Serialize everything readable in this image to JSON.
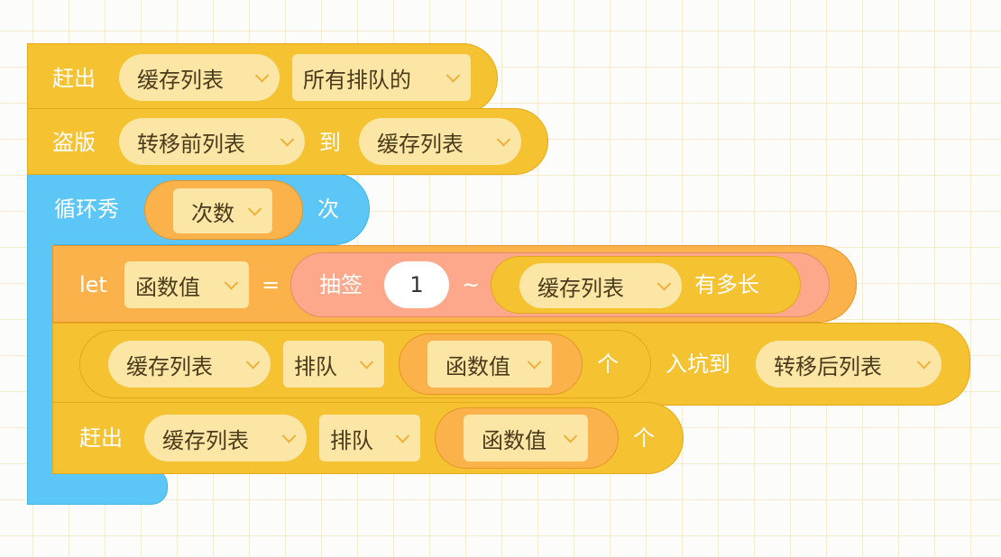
{
  "blocks": {
    "b1": {
      "label": "赶出",
      "dd1": "缓存列表",
      "dd2": "所有排队的"
    },
    "b2": {
      "label": "盗版",
      "dd1": "转移前列表",
      "mid": "到",
      "dd2": "缓存列表"
    },
    "loop": {
      "label": "循环秀",
      "var": "次数",
      "suffix": "次"
    },
    "b3": {
      "let": "let",
      "var": "函数值",
      "eq": "=",
      "rand": "抽签",
      "num": "1",
      "tilde": "~",
      "list": "缓存列表",
      "len": "有多长"
    },
    "b4": {
      "list": "缓存列表",
      "op": "排队",
      "var": "函数值",
      "unit": "个",
      "action": "入坑到",
      "target": "转移后列表"
    },
    "b5": {
      "label": "赶出",
      "list": "缓存列表",
      "op": "排队",
      "var": "函数值",
      "unit": "个"
    }
  },
  "colors": {
    "yellow": "#f5c232",
    "blue": "#5cc7f7",
    "orange": "#fcb24b",
    "salmon": "#fea88b"
  }
}
